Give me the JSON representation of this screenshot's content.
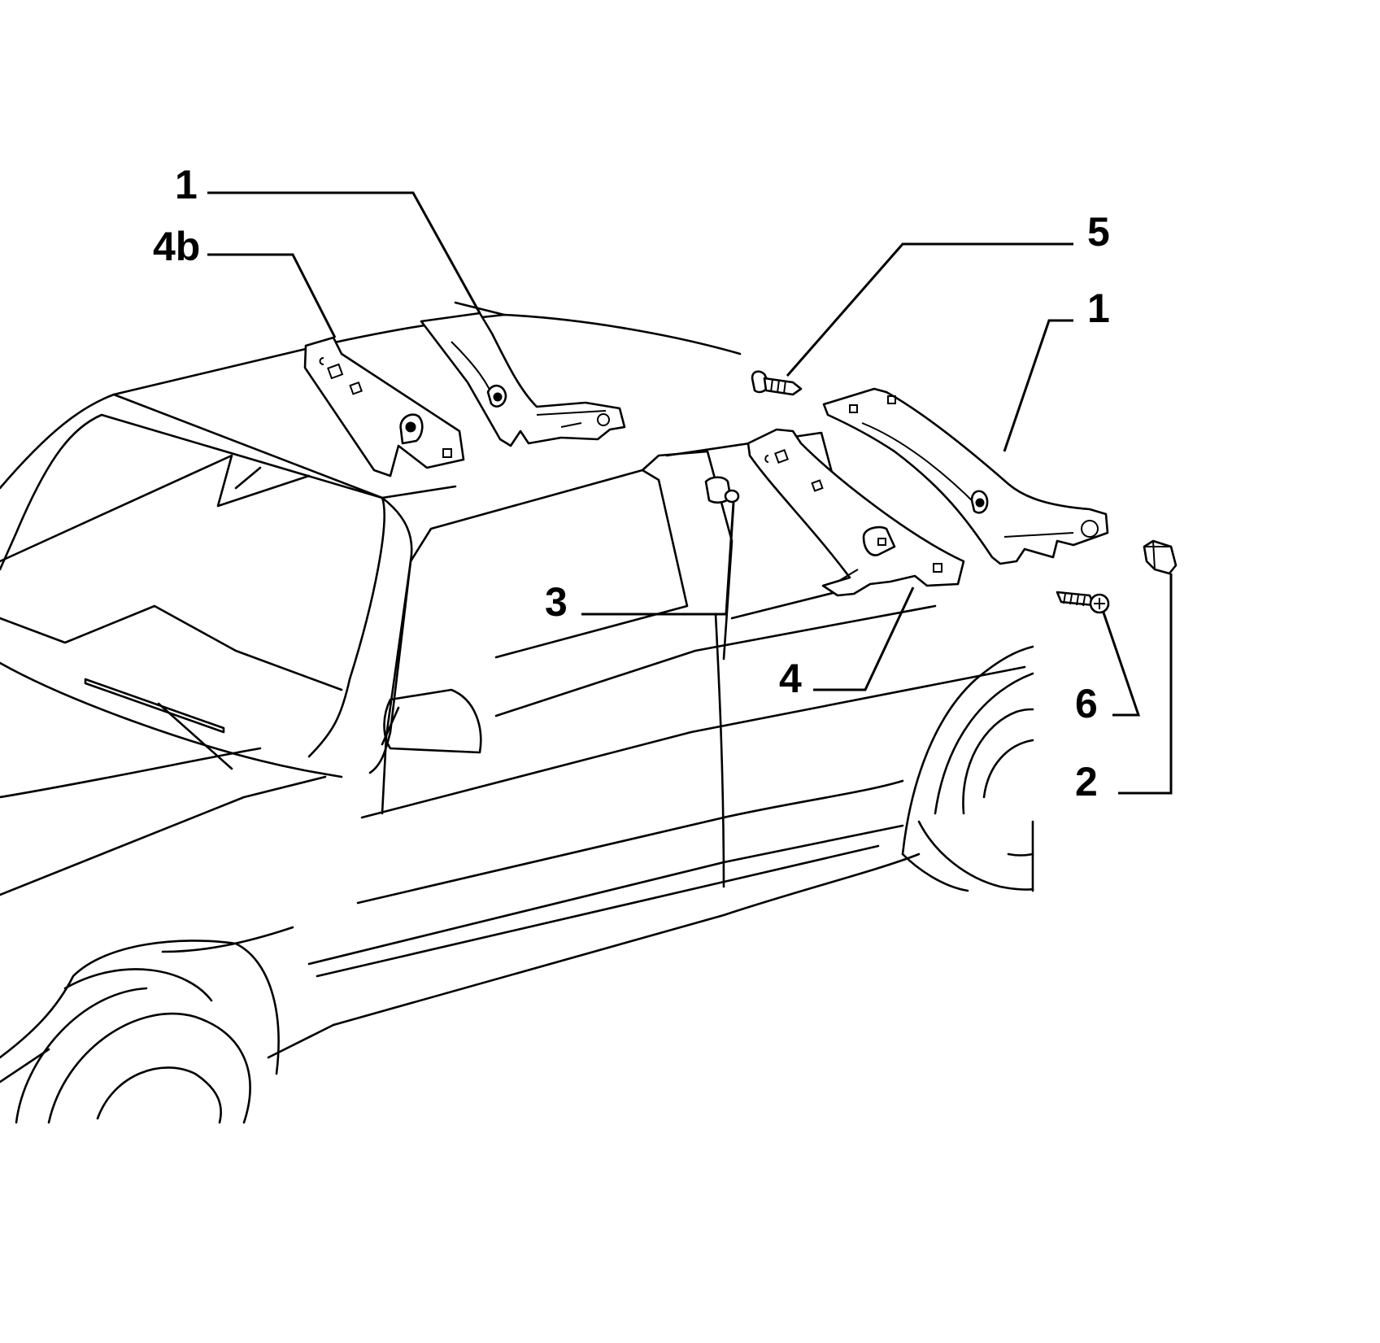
{
  "callouts": [
    {
      "id": "c1-left",
      "label": "1"
    },
    {
      "id": "c4b",
      "label": "4b"
    },
    {
      "id": "c5",
      "label": "5"
    },
    {
      "id": "c1-right",
      "label": "1"
    },
    {
      "id": "c3",
      "label": "3"
    },
    {
      "id": "c4",
      "label": "4"
    },
    {
      "id": "c6",
      "label": "6"
    },
    {
      "id": "c2",
      "label": "2"
    }
  ]
}
